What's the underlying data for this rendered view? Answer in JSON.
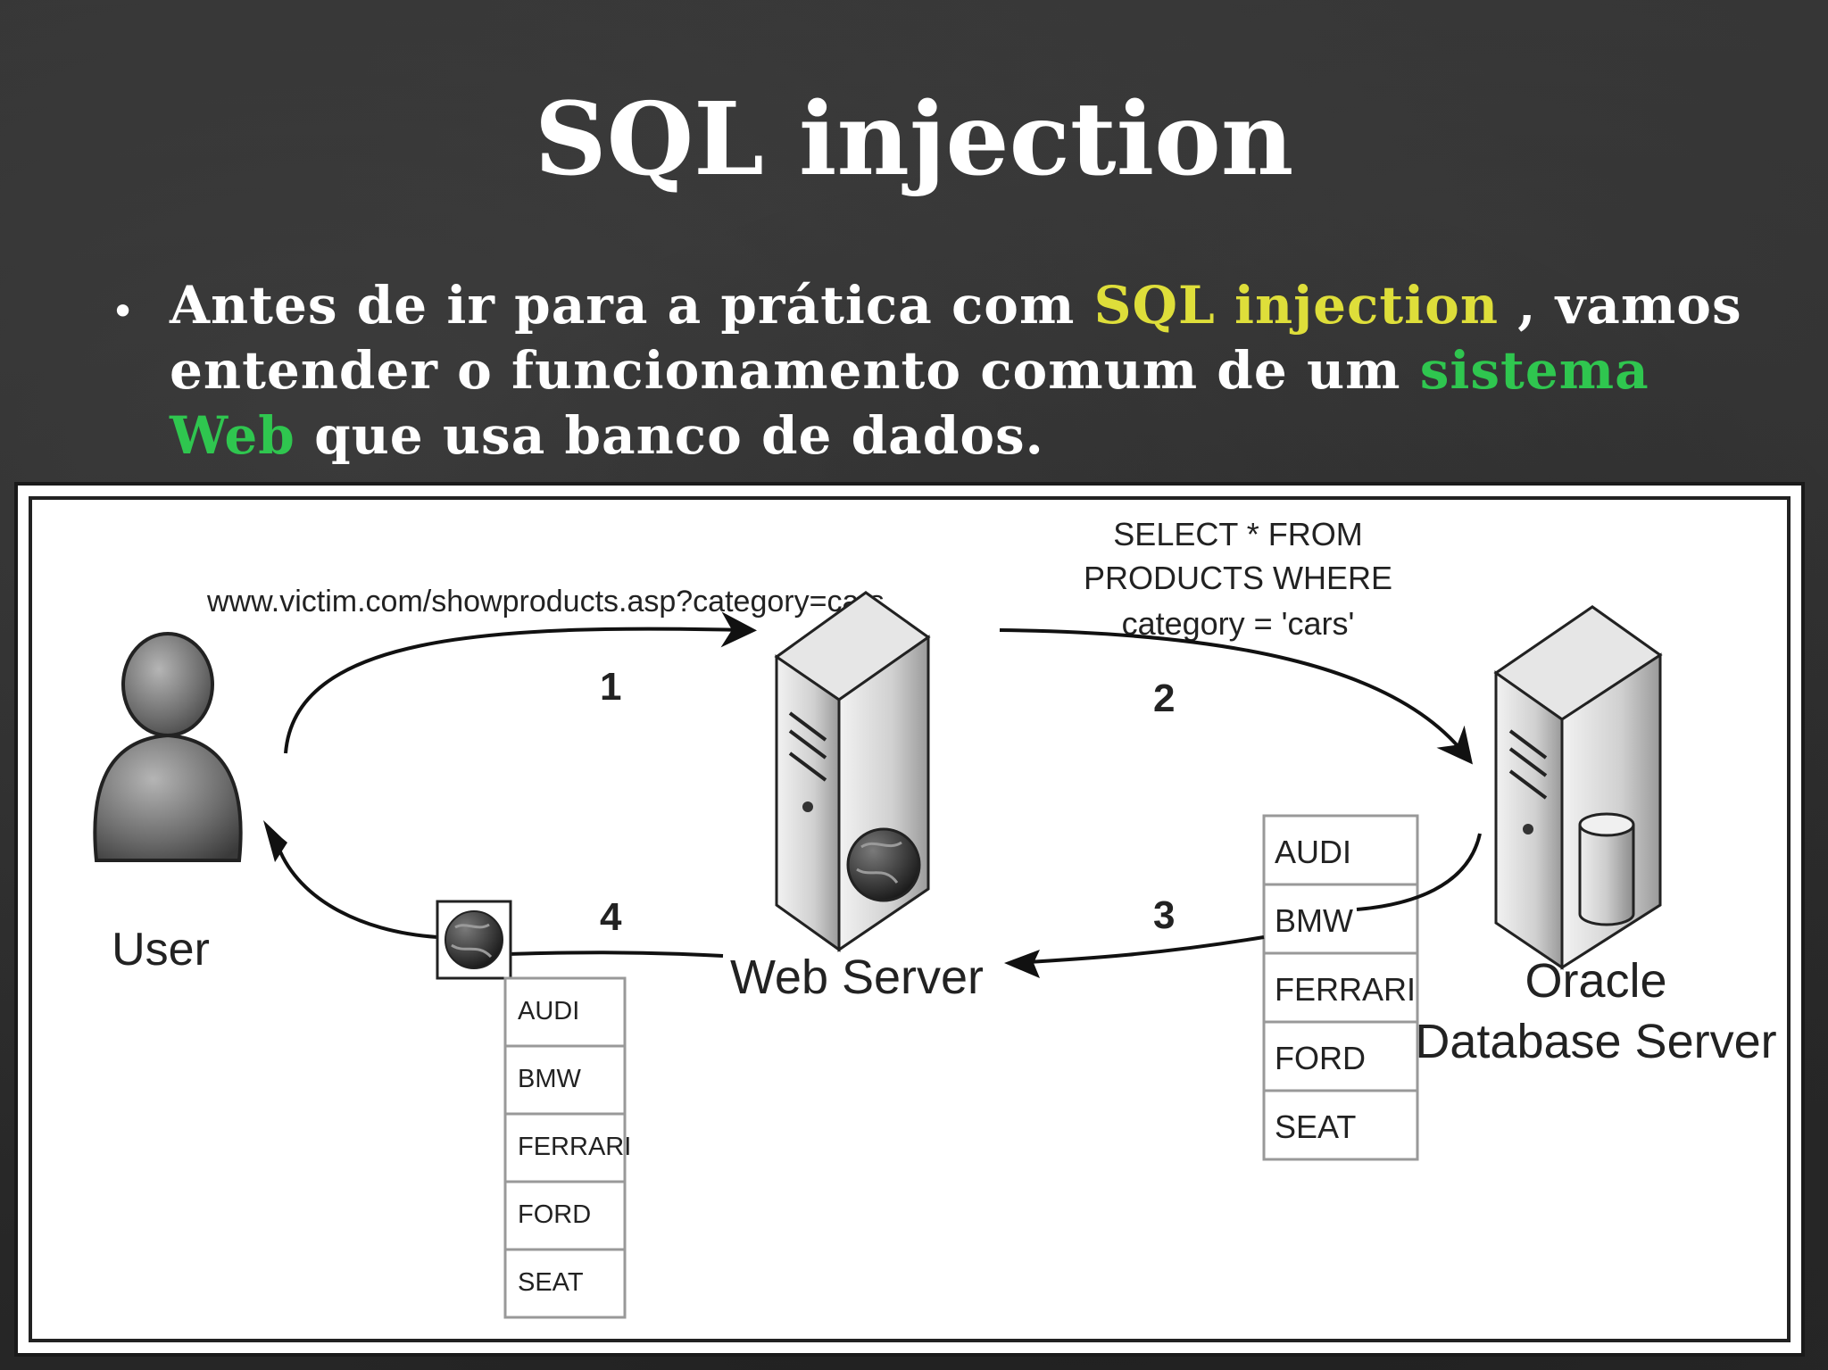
{
  "slide": {
    "title": "SQL injection",
    "bullet": {
      "part1": "Antes de ir para a prática com ",
      "highlight1": "SQL injection",
      "part2": " , vamos entender o funcionamento comum de um ",
      "highlight2": "sistema Web",
      "part3": " que usa banco de dados."
    }
  },
  "diagram": {
    "url_label": "www.victim.com/showproducts.asp?category=cars",
    "query_lines": [
      "SELECT * FROM",
      "PRODUCTS WHERE",
      "category = 'cars'"
    ],
    "step_labels": [
      "1",
      "2",
      "3",
      "4"
    ],
    "user_label": "User",
    "web_server_label": "Web Server",
    "db_server_label": [
      "Oracle",
      "Database Server"
    ],
    "results_db": [
      "AUDI",
      "BMW",
      "FERRARI",
      "FORD",
      "SEAT"
    ],
    "results_user": [
      "AUDI",
      "BMW",
      "FERRARI",
      "FORD",
      "SEAT"
    ]
  },
  "colors": {
    "highlight_yellow": "#dede3a",
    "highlight_green": "#2fc64f"
  }
}
